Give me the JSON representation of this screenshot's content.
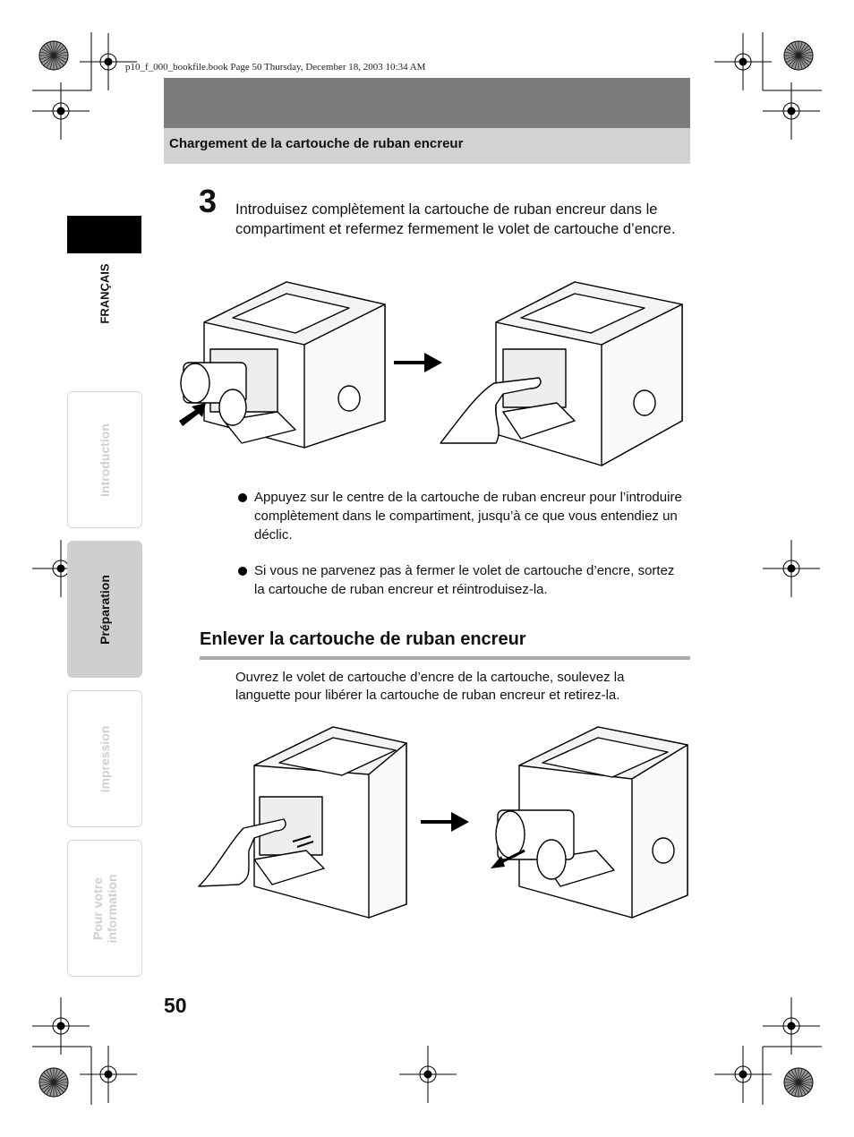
{
  "file_header": "p10_f_000_bookfile.book  Page 50  Thursday, December 18, 2003  10:34 AM",
  "section_title": "Chargement de la cartouche de ruban encreur",
  "language_label": "FRANÇAIS",
  "side_tabs": [
    {
      "label": "Introduction",
      "active": false
    },
    {
      "label": "Préparation",
      "active": true
    },
    {
      "label": "Impression",
      "active": false
    },
    {
      "label": "Pour votre\ninformation",
      "active": false
    }
  ],
  "step": {
    "number": "3",
    "text": "Introduisez complètement la cartouche de ruban encreur dans le compartiment et refermez fermement le volet de cartouche d’encre."
  },
  "bullets": [
    "Appuyez sur le centre de la cartouche de ruban encreur pour l’introduire complètement dans le compartiment, jusqu’à ce que vous entendiez un déclic.",
    "Si vous ne parvenez pas à fermer le volet de cartouche d’encre, sortez la cartouche de ruban encreur et réintroduisez-la."
  ],
  "subsection_title": "Enlever la cartouche de ruban encreur",
  "subsection_text": "Ouvrez le volet de cartouche d’encre de la cartouche, soulevez la languette pour libérer la cartouche de ruban encreur et retirez-la.",
  "page_number": "50",
  "colors": {
    "band_dark": "#7c7c7c",
    "band_light": "#d2d2d2",
    "tab_active": "#cfcfcf",
    "tab_text_inactive": "#cfcfcf",
    "rule": "#aaaaaa"
  }
}
